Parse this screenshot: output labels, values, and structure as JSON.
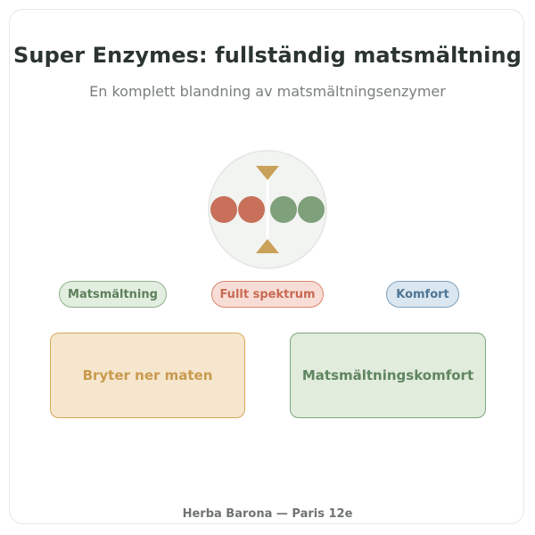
{
  "header": {
    "title": "Super Enzymes: fullständig matsmältning",
    "subtitle": "En komplett blandning av matsmältningsenzymer"
  },
  "emblem": {
    "icon": "enzyme-balance-icon",
    "colors": {
      "left_dots": "#c8705a",
      "right_dots": "#7ea07a",
      "triangles": "#c9a15a",
      "background": "#f2f4f1"
    }
  },
  "tags": [
    {
      "label": "Matsmältning",
      "color": "#5d7f5c"
    },
    {
      "label": "Fullt spektrum",
      "color": "#c76a52"
    },
    {
      "label": "Komfort",
      "color": "#4f7594"
    }
  ],
  "benefits": [
    {
      "label": "Bryter ner maten",
      "color": "#c99a4e"
    },
    {
      "label": "Matsmältningskomfort",
      "color": "#5f8560"
    }
  ],
  "footer": {
    "text": "Herba Barona — Paris 12e"
  }
}
